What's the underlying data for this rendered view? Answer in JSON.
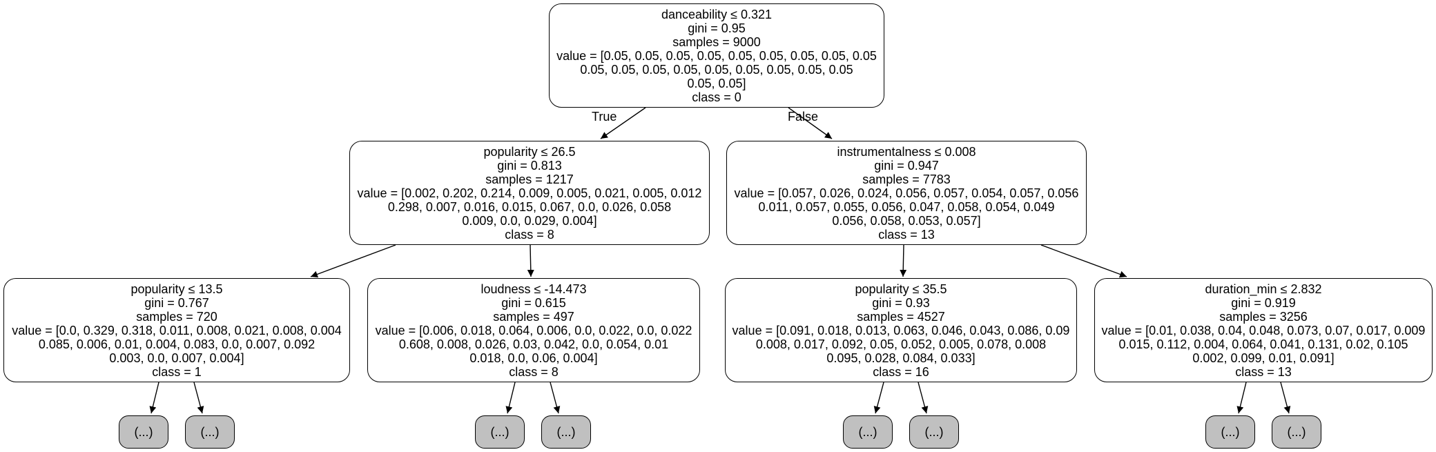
{
  "tree": {
    "root": {
      "split": "danceability ≤ 0.321",
      "gini": "gini = 0.95",
      "samples": "samples = 9000",
      "value": [
        "value = [0.05, 0.05, 0.05, 0.05, 0.05, 0.05, 0.05, 0.05, 0.05",
        "0.05, 0.05, 0.05, 0.05, 0.05, 0.05, 0.05, 0.05, 0.05",
        "0.05, 0.05]"
      ],
      "class": "class = 0"
    },
    "edge_true": "True",
    "edge_false": "False",
    "left": {
      "split": "popularity ≤ 26.5",
      "gini": "gini = 0.813",
      "samples": "samples = 1217",
      "value": [
        "value = [0.002, 0.202, 0.214, 0.009, 0.005, 0.021, 0.005, 0.012",
        "0.298, 0.007, 0.016, 0.015, 0.067, 0.0, 0.026, 0.058",
        "0.009, 0.0, 0.029, 0.004]"
      ],
      "class": "class = 8"
    },
    "right": {
      "split": "instrumentalness ≤ 0.008",
      "gini": "gini = 0.947",
      "samples": "samples = 7783",
      "value": [
        "value = [0.057, 0.026, 0.024, 0.056, 0.057, 0.054, 0.057, 0.056",
        "0.011, 0.057, 0.055, 0.056, 0.047, 0.058, 0.054, 0.049",
        "0.056, 0.058, 0.053, 0.057]"
      ],
      "class": "class = 13"
    },
    "ll": {
      "split": "popularity ≤ 13.5",
      "gini": "gini = 0.767",
      "samples": "samples = 720",
      "value": [
        "value = [0.0, 0.329, 0.318, 0.011, 0.008, 0.021, 0.008, 0.004",
        "0.085, 0.006, 0.01, 0.004, 0.083, 0.0, 0.007, 0.092",
        "0.003, 0.0, 0.007, 0.004]"
      ],
      "class": "class = 1"
    },
    "lr": {
      "split": "loudness ≤ -14.473",
      "gini": "gini = 0.615",
      "samples": "samples = 497",
      "value": [
        "value = [0.006, 0.018, 0.064, 0.006, 0.0, 0.022, 0.0, 0.022",
        "0.608, 0.008, 0.026, 0.03, 0.042, 0.0, 0.054, 0.01",
        "0.018, 0.0, 0.06, 0.004]"
      ],
      "class": "class = 8"
    },
    "rl": {
      "split": "popularity ≤ 35.5",
      "gini": "gini = 0.93",
      "samples": "samples = 4527",
      "value": [
        "value = [0.091, 0.018, 0.013, 0.063, 0.046, 0.043, 0.086, 0.09",
        "0.008, 0.017, 0.092, 0.05, 0.052, 0.005, 0.078, 0.008",
        "0.095, 0.028, 0.084, 0.033]"
      ],
      "class": "class = 16"
    },
    "rr": {
      "split": "duration_min ≤ 2.832",
      "gini": "gini = 0.919",
      "samples": "samples = 3256",
      "value": [
        "value = [0.01, 0.038, 0.04, 0.048, 0.073, 0.07, 0.017, 0.009",
        "0.015, 0.112, 0.004, 0.064, 0.041, 0.131, 0.02, 0.105",
        "0.002, 0.099, 0.01, 0.091]"
      ],
      "class": "class = 13"
    },
    "leaf_text": "(...)"
  }
}
